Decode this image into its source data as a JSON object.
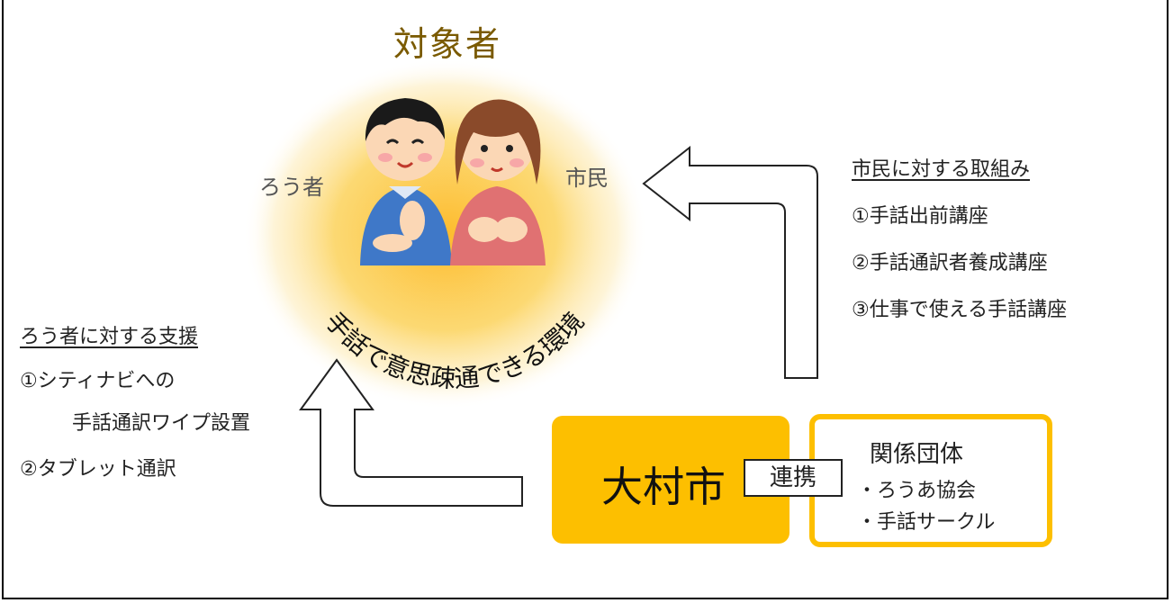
{
  "title": "対象者",
  "labels": {
    "deaf": "ろう者",
    "citizen": "市民"
  },
  "environment_text": "手話で意思疎通できる環境",
  "deaf_support": {
    "heading": "ろう者に対する支援",
    "items": [
      "①シティナビへの",
      "手話通訳ワイプ設置",
      "②タブレット通訳"
    ]
  },
  "citizen_initiatives": {
    "heading": "市民に対する取組み",
    "items": [
      "①手話出前講座",
      "②手話通訳者養成講座",
      "③仕事で使える手話講座"
    ]
  },
  "city": "大村市",
  "link": "連携",
  "organizations": {
    "title": "関係団体",
    "items": [
      "・ろうあ協会",
      "・手話サークル"
    ]
  },
  "colors": {
    "accent": "#fdbf00",
    "glow": "#fbd23a",
    "title": "#7a5a00"
  }
}
